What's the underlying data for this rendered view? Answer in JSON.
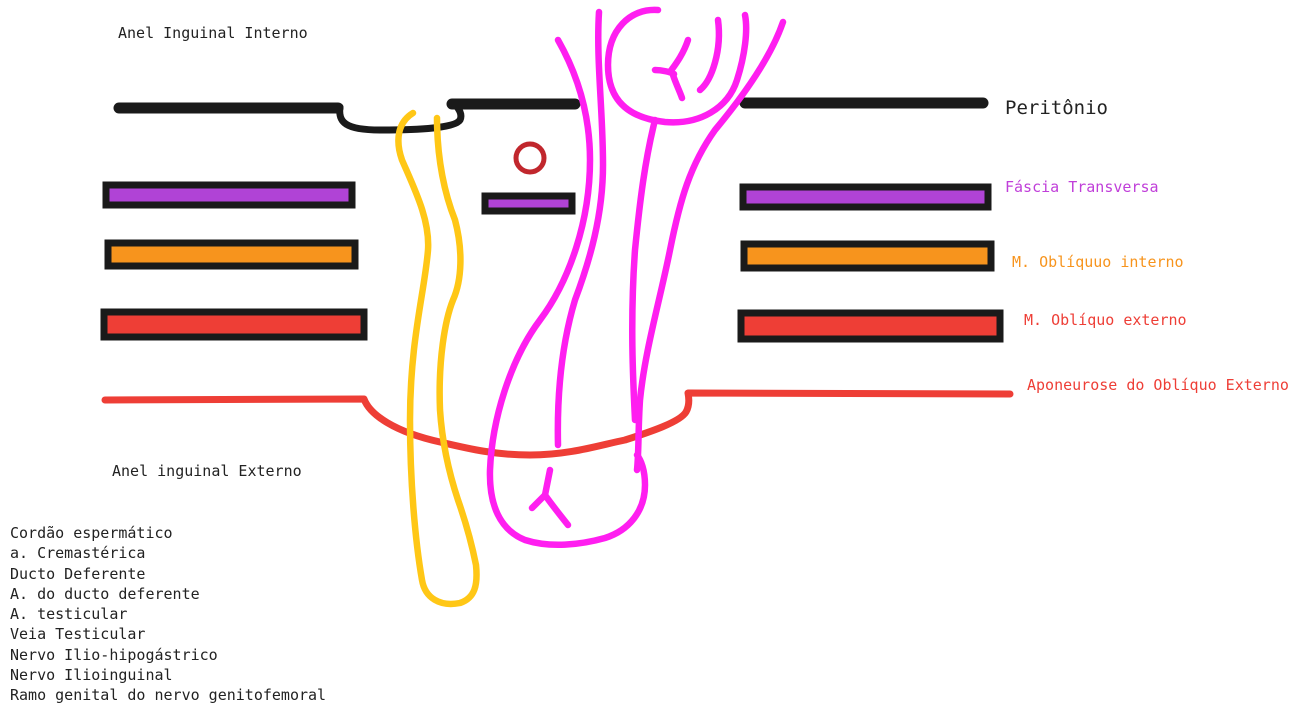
{
  "colors": {
    "outline": "#1a1a1a",
    "peritoneum": "#1a1a1a",
    "fascia_fill": "#b043d6",
    "fascia_text": "#c03fd9",
    "internal_oblique_fill": "#f7941d",
    "internal_oblique_text": "#f7941d",
    "external_oblique_fill": "#ee3e36",
    "external_oblique_text": "#ee3e36",
    "aponeurosis": "#ee3e36",
    "yellow_tract": "#ffc716",
    "magenta_tract": "#ff1ef0",
    "vessel_ring": "#c1272d"
  },
  "labels": {
    "internal_ring": "Anel Inguinal Interno",
    "external_ring": "Anel inguinal Externo",
    "peritoneum": "Peritônio",
    "transversalis_fascia": "Fáscia Transversa",
    "internal_oblique": "M. Oblíquuo interno",
    "external_oblique": "M. Oblíquo externo",
    "aponeurosis": "Aponeurose do Oblíquo Externo"
  },
  "cord_contents": [
    "Cordão espermático",
    "a. Cremastérica",
    "Ducto Deferente",
    "A. do ducto deferente",
    "A. testicular",
    "Veia Testicular",
    "Nervo Ilio-hipogástrico",
    "Nervo Ilioinguinal",
    "Ramo genital do nervo genitofemoral"
  ]
}
